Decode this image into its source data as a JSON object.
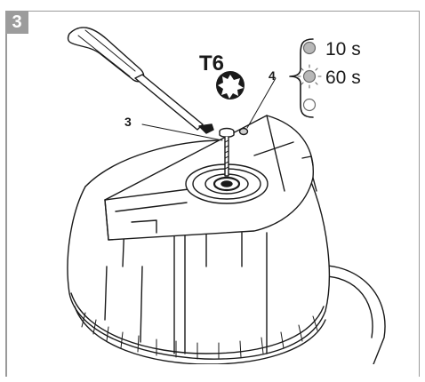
{
  "step_number": "3",
  "tool_label": "T6",
  "callout_screw": "3",
  "callout_led": "4",
  "led_options": [
    {
      "label": "10 s"
    },
    {
      "label": "60 s"
    },
    {
      "label": ""
    }
  ],
  "colors": {
    "frame": "#9a9a9a",
    "step_badge": "#9c9c9c",
    "line": "#1a1a1a",
    "led_gray": "#b8b8b8"
  }
}
